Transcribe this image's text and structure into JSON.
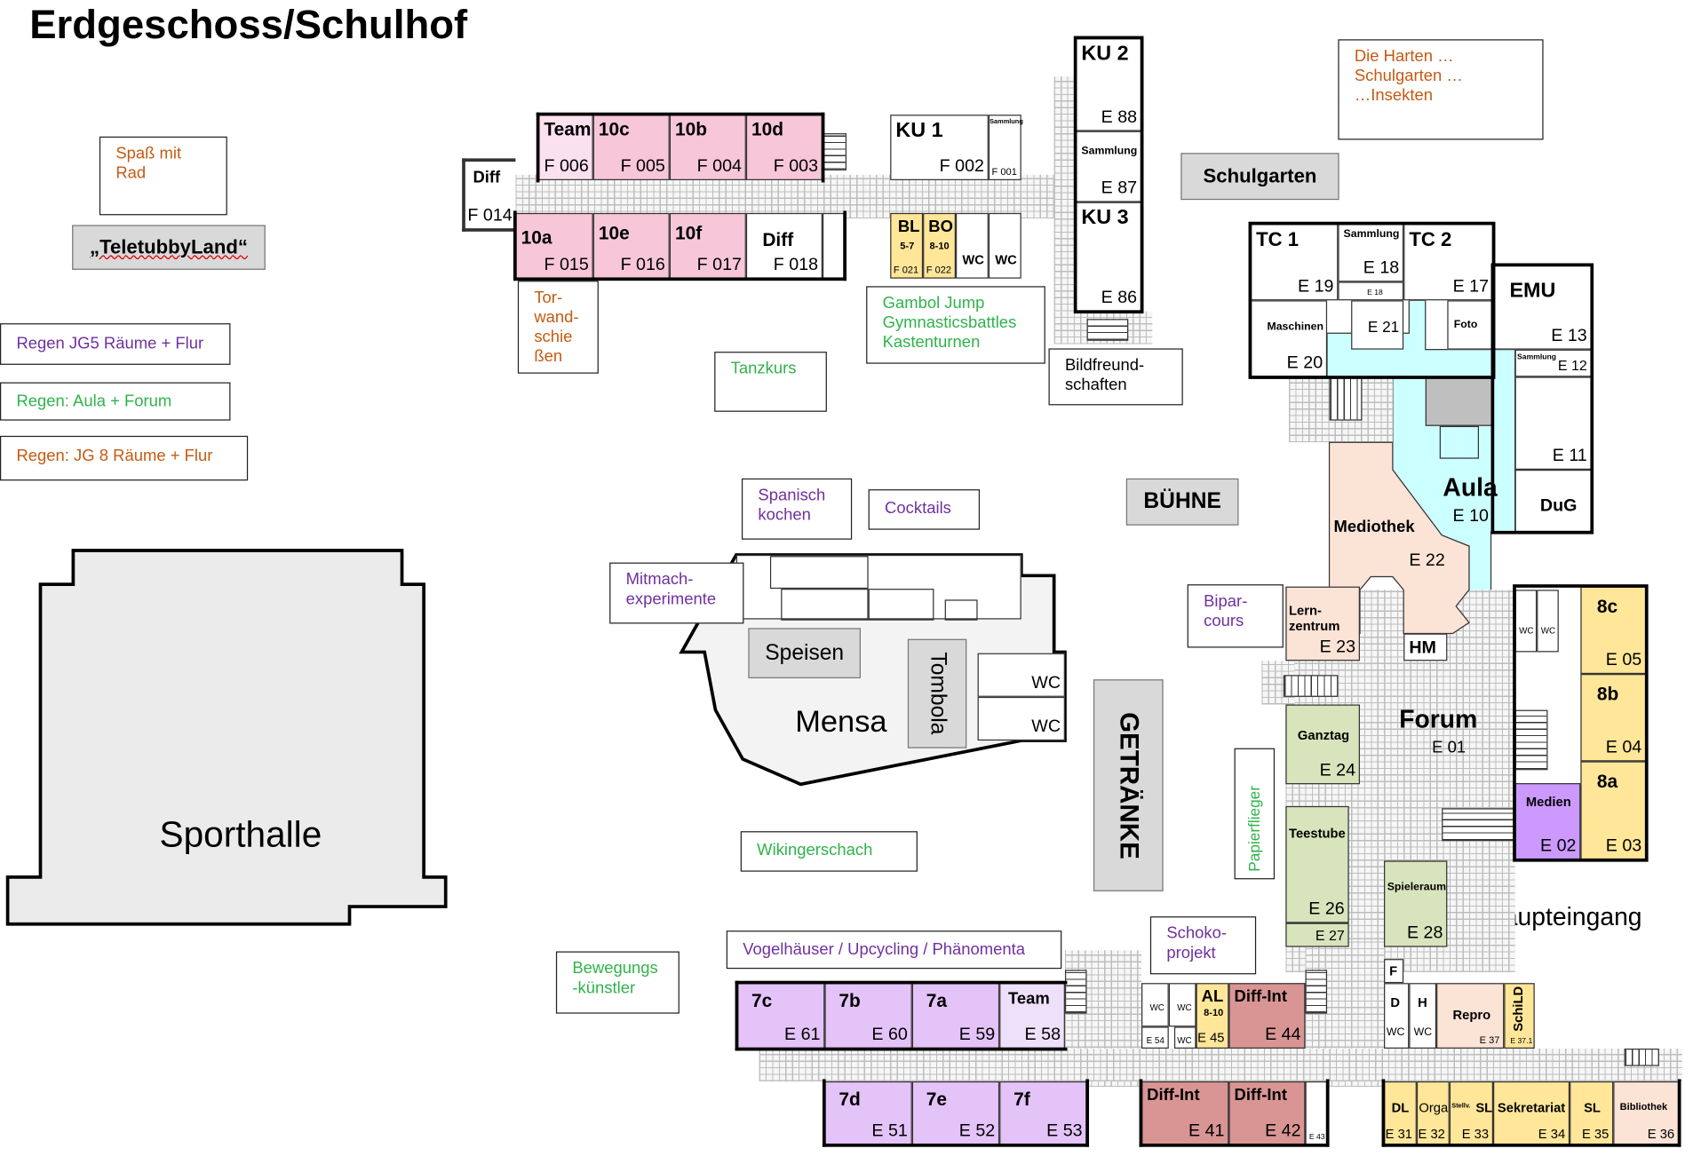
{
  "title": "Erdgeschoss/Schulhof",
  "colors": {
    "class10": "#f7c6d9",
    "class8": "#ffe699",
    "class7": "#e4c3f8",
    "aula": "#ccffff",
    "mediothek": "#fbe3d6",
    "green_rooms": "#d8e4bc",
    "diff_int": "#d99594",
    "medien": "#cc99ff",
    "activity_orange": "#c55a11",
    "activity_purple": "#7030a0",
    "activity_green": "#2fb34a"
  },
  "activities": {
    "spass_rad": "Spaß mit\nRad",
    "teletubby": "„TeletubbyLand“",
    "regen_jg5": "Regen JG5 Räume + Flur",
    "regen_aula": "Regen: Aula + Forum",
    "regen_jg8": "Regen: JG 8 Räume + Flur",
    "torwand": "Tor-\nwand-\nschie\nßen",
    "gambol": "Gambol Jump\nGymnasticsbattles\nKastenturnen",
    "bildfreund": "Bildfreund-\nschaften",
    "tanzkurs": "Tanzkurs",
    "schulgarten": "Schulgarten",
    "die_harten": "Die Harten …\nSchulgarten …\n…Insekten",
    "spanisch": "Spanisch\nkochen",
    "cocktails": "Cocktails",
    "buehne": "BÜHNE",
    "mitmach": "Mitmach-\nexperimente",
    "speisen": "Speisen",
    "tombola": "Tombola",
    "getraenke": "GETRÄNKE",
    "wikinger": "Wikingerschach",
    "papierflieger": "Papierflieger",
    "biparcours": "Bipar-\ncours",
    "schoko": "Schoko-\nprojekt",
    "bewegung": "Bewegungs\n-künstler",
    "vogel": "Vogelhäuser / Upcycling / Phänomenta"
  },
  "places": {
    "sporthalle": "Sporthalle",
    "mensa": "Mensa",
    "haupteingang": "Haupteingang",
    "mensa_wc1": "WC",
    "mensa_wc2": "WC"
  },
  "rooms": {
    "team6": {
      "name": "Team",
      "num": "F 006"
    },
    "r10c": {
      "name": "10c",
      "num": "F 005"
    },
    "r10b": {
      "name": "10b",
      "num": "F 004"
    },
    "r10d": {
      "name": "10d",
      "num": "F 003"
    },
    "ku1": {
      "name": "KU 1",
      "num": "F 002"
    },
    "f001": {
      "name": "Sammlung",
      "num": "F 001"
    },
    "diff14": {
      "name": "Diff",
      "num": "F 014"
    },
    "r10a": {
      "name": "10a",
      "num": "F 015"
    },
    "r10e": {
      "name": "10e",
      "num": "F 016"
    },
    "r10f": {
      "name": "10f",
      "num": "F 017"
    },
    "diff18": {
      "name": "Diff",
      "num": "F 018"
    },
    "bl": {
      "name": "BL",
      "sub": "5-7",
      "num": "F 021"
    },
    "bo": {
      "name": "BO",
      "sub": "8-10",
      "num": "F 022"
    },
    "wcf1": {
      "name": "WC"
    },
    "wcf2": {
      "name": "WC"
    },
    "ku2": {
      "name": "KU 2",
      "num": "E 88"
    },
    "e87": {
      "name": "Sammlung",
      "num": "E 87"
    },
    "ku3": {
      "name": "KU 3",
      "num": "E 86"
    },
    "tc1": {
      "name": "TC 1",
      "num": "E 19"
    },
    "e18": {
      "name": "Sammlung",
      "num": "E 18",
      "num2": "E 18"
    },
    "tc2": {
      "name": "TC 2",
      "num": "E 17"
    },
    "emu": {
      "name": "EMU",
      "num": "E 13"
    },
    "e20": {
      "name": "Maschinen",
      "num": "E 20"
    },
    "e21": {
      "num": "E 21"
    },
    "foto": {
      "name": "Foto"
    },
    "e12": {
      "name": "Sammlung",
      "num": "E 12"
    },
    "e11": {
      "num": "E 11"
    },
    "dug": {
      "name": "DuG"
    },
    "aula": {
      "name": "Aula",
      "num": "E 10"
    },
    "mediothek": {
      "name": "Mediothek",
      "num": "E 22"
    },
    "lern": {
      "name": "Lern-\nzentrum",
      "num": "E 23"
    },
    "hm": {
      "name": "HM"
    },
    "forum": {
      "name": "Forum",
      "num": "E 01"
    },
    "ganztag": {
      "name": "Ganztag",
      "num": "E 24"
    },
    "teestube": {
      "name": "Teestube",
      "num": "E 26"
    },
    "e27": {
      "num": "E 27"
    },
    "spiel": {
      "name": "Spieleraum",
      "num": "E 28"
    },
    "wc8a": {
      "name": "WC"
    },
    "wc8b": {
      "name": "WC"
    },
    "r8c": {
      "name": "8c",
      "num": "E 05"
    },
    "r8b": {
      "name": "8b",
      "num": "E 04"
    },
    "r8a": {
      "name": "8a",
      "num": "E 03"
    },
    "medien": {
      "name": "Medien",
      "num": "E 02"
    },
    "r7c": {
      "name": "7c",
      "num": "E 61"
    },
    "r7b": {
      "name": "7b",
      "num": "E 60"
    },
    "r7a": {
      "name": "7a",
      "num": "E 59"
    },
    "team58": {
      "name": "Team",
      "num": "E 58"
    },
    "r7d": {
      "name": "7d",
      "num": "E 51"
    },
    "r7e": {
      "name": "7e",
      "num": "E 52"
    },
    "r7f": {
      "name": "7f",
      "num": "E 53"
    },
    "wce1": {
      "name": "WC"
    },
    "wce2": {
      "name": "WC"
    },
    "wce3": {
      "name": "WC"
    },
    "e54": {
      "num": "E 54"
    },
    "al": {
      "name": "AL",
      "sub": "8-10",
      "num": "E 45"
    },
    "e44": {
      "name": "Diff-Int",
      "num": "E 44"
    },
    "e41": {
      "name": "Diff-Int",
      "num": "E 41"
    },
    "e42": {
      "name": "Diff-Int",
      "num": "E 42"
    },
    "e43": {
      "num": "E 43"
    },
    "f": {
      "name": "F"
    },
    "d": {
      "name": "D",
      "num": "WC"
    },
    "h": {
      "name": "H",
      "num": "WC"
    },
    "repro": {
      "name": "Repro",
      "num": "E 37"
    },
    "schild": {
      "name": "SchiLD",
      "num": "E 37.1"
    },
    "dl": {
      "name": "DL",
      "num": "E 31"
    },
    "orga": {
      "name": "Orga",
      "num": "E 32"
    },
    "stellv": {
      "name": "Stellv.",
      "name2": "SL",
      "num": "E 33"
    },
    "sekr": {
      "name": "Sekretariat",
      "num": "E 34"
    },
    "sl": {
      "name": "SL",
      "num": "E 35"
    },
    "bib": {
      "name": "Bibliothek",
      "num": "E 36"
    }
  }
}
